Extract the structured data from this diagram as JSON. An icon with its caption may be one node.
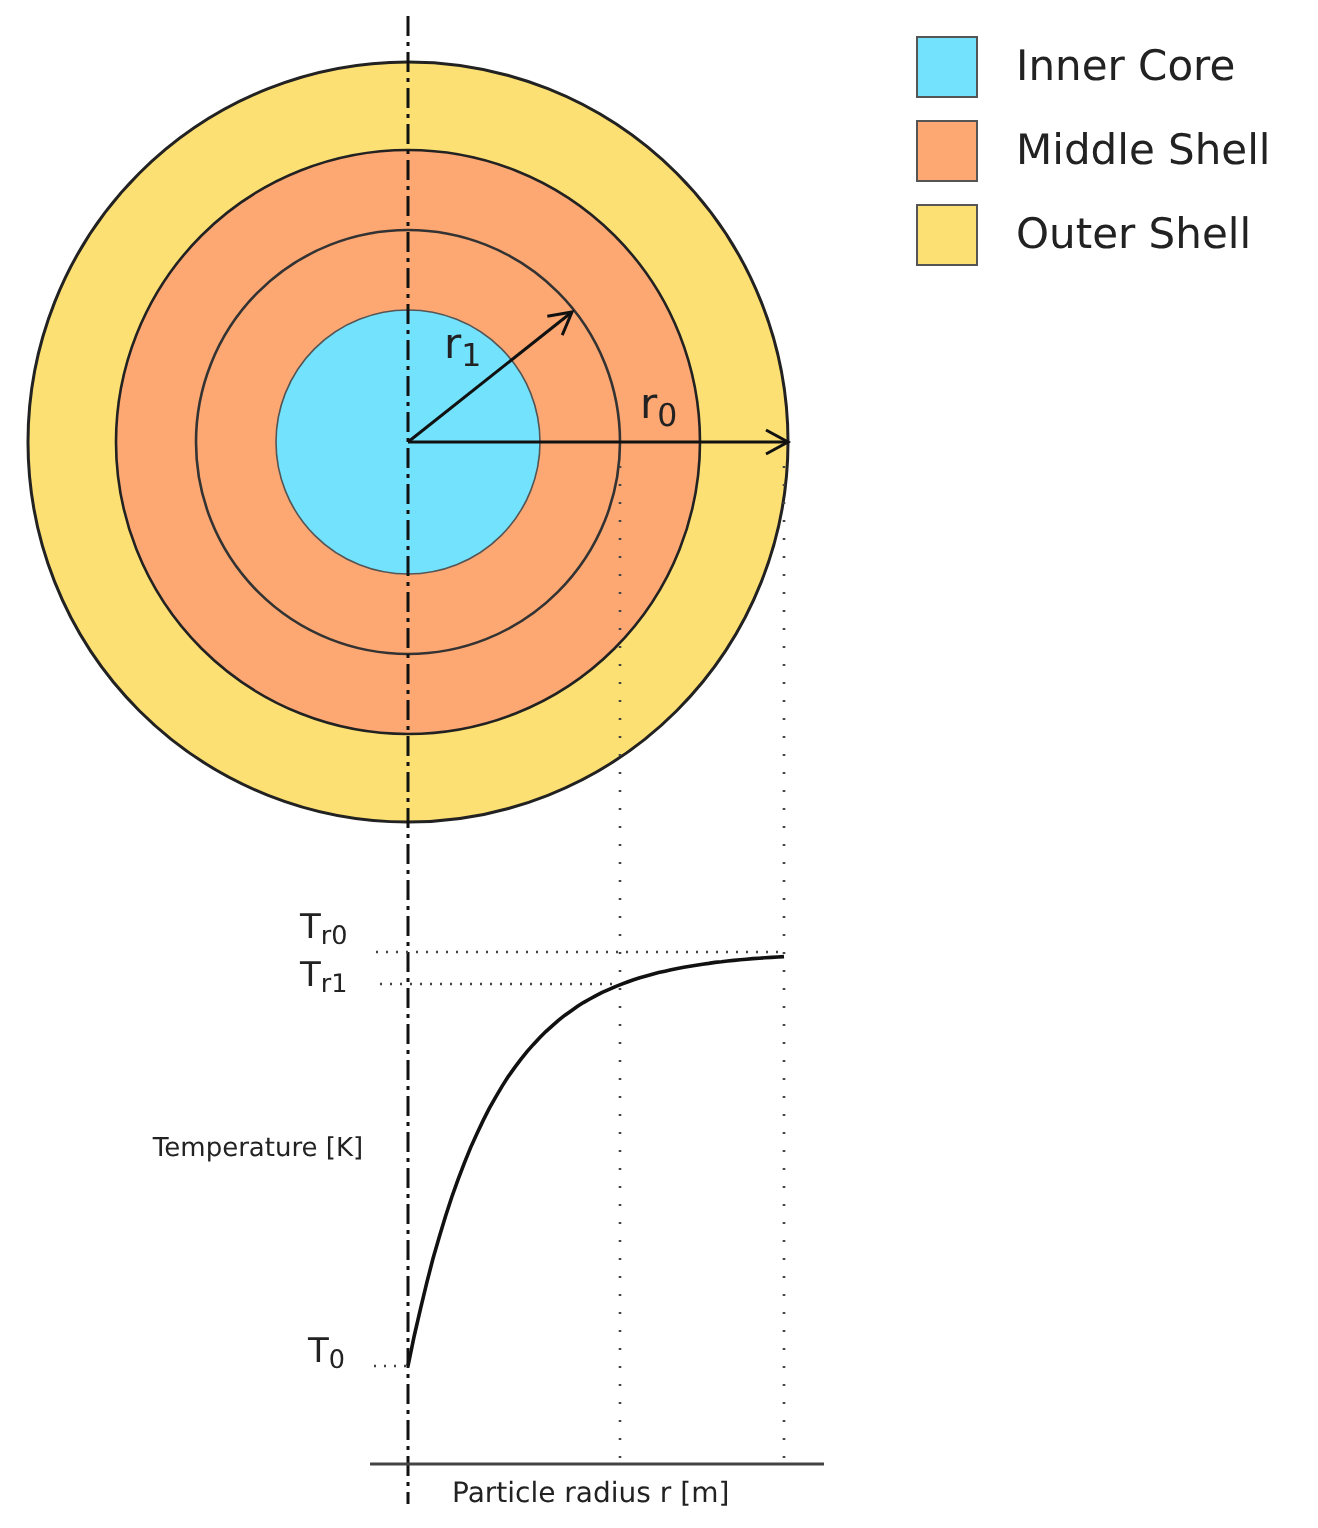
{
  "diagram": {
    "labels": [
      "r$_{1}$",
      "r$_{0}$",
      "T$_{r0}$",
      "T$_{r1}$",
      "Temperature [K]",
      "T$_{0}$",
      "Particle radius r [m]"
    ],
    "legend": [
      {
        "text": "Inner Core",
        "color": "#73e3fd"
      },
      {
        "text": "Middle Shell",
        "color": "#fda873"
      },
      {
        "text": "Outer Shell",
        "color": "#fde073"
      }
    ]
  }
}
